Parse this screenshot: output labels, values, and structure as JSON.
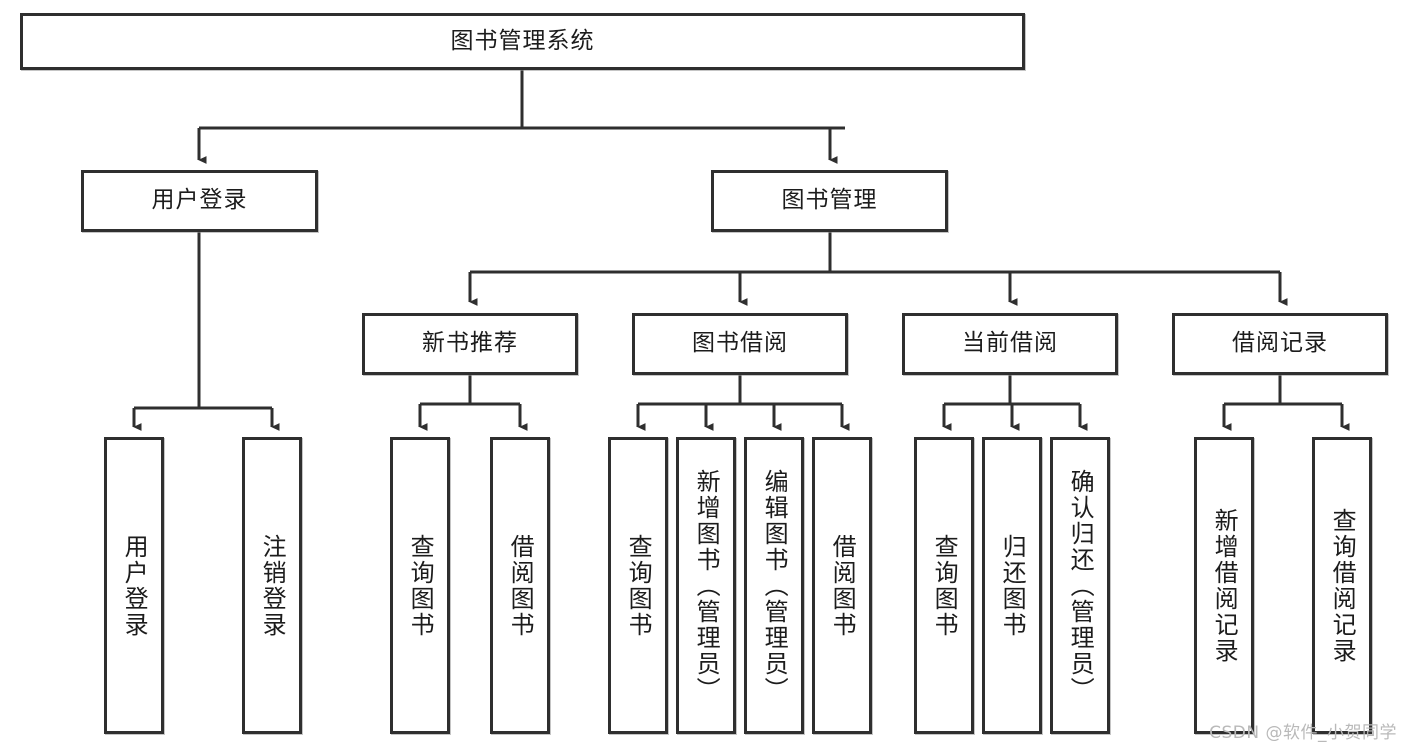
{
  "diagram": {
    "type": "tree-hierarchy",
    "title": "图书管理系统",
    "orientation": "top-down",
    "colors": {
      "box_border": "#2f2f2f",
      "box_fill": "#ffffff",
      "edge": "#2f2f2f",
      "text": "#1c1c1c",
      "watermark": "#b9b9b9",
      "background": "#ffffff"
    },
    "levels": [
      {
        "level": 1,
        "nodes": [
          {
            "id": "root",
            "label": "图书管理系统",
            "orientation": "horizontal"
          }
        ]
      },
      {
        "level": 2,
        "nodes": [
          {
            "id": "user-login",
            "label": "用户登录",
            "orientation": "horizontal",
            "parent": "root"
          },
          {
            "id": "book-manage",
            "label": "图书管理",
            "orientation": "horizontal",
            "parent": "root"
          }
        ]
      },
      {
        "level": 3,
        "nodes": [
          {
            "id": "new-book-rec",
            "label": "新书推荐",
            "orientation": "horizontal",
            "parent": "book-manage"
          },
          {
            "id": "book-borrow",
            "label": "图书借阅",
            "orientation": "horizontal",
            "parent": "book-manage"
          },
          {
            "id": "current-borrow",
            "label": "当前借阅",
            "orientation": "horizontal",
            "parent": "book-manage"
          },
          {
            "id": "borrow-record",
            "label": "借阅记录",
            "orientation": "horizontal",
            "parent": "book-manage"
          }
        ]
      },
      {
        "level": 4,
        "nodes": [
          {
            "id": "leaf-1",
            "label": "用户登录",
            "orientation": "vertical",
            "parent": "user-login"
          },
          {
            "id": "leaf-2",
            "label": "注销登录",
            "orientation": "vertical",
            "parent": "user-login"
          },
          {
            "id": "leaf-3",
            "label": "查询图书",
            "orientation": "vertical",
            "parent": "new-book-rec"
          },
          {
            "id": "leaf-4",
            "label": "借阅图书",
            "orientation": "vertical",
            "parent": "new-book-rec"
          },
          {
            "id": "leaf-5",
            "label": "查询图书",
            "orientation": "vertical",
            "parent": "book-borrow"
          },
          {
            "id": "leaf-6",
            "label": "新增图书（管理员）",
            "orientation": "vertical",
            "parent": "book-borrow"
          },
          {
            "id": "leaf-7",
            "label": "编辑图书（管理员）",
            "orientation": "vertical",
            "parent": "book-borrow"
          },
          {
            "id": "leaf-8",
            "label": "借阅图书",
            "orientation": "vertical",
            "parent": "book-borrow"
          },
          {
            "id": "leaf-9",
            "label": "查询图书",
            "orientation": "vertical",
            "parent": "current-borrow"
          },
          {
            "id": "leaf-10",
            "label": "归还图书",
            "orientation": "vertical",
            "parent": "current-borrow"
          },
          {
            "id": "leaf-11",
            "label": "确认归还（管理员）",
            "orientation": "vertical",
            "parent": "current-borrow"
          },
          {
            "id": "leaf-12",
            "label": "新增借阅记录",
            "orientation": "vertical",
            "parent": "borrow-record"
          },
          {
            "id": "leaf-13",
            "label": "查询借阅记录",
            "orientation": "vertical",
            "parent": "borrow-record"
          }
        ]
      }
    ],
    "watermark": "CSDN @软件_小贺同学"
  }
}
